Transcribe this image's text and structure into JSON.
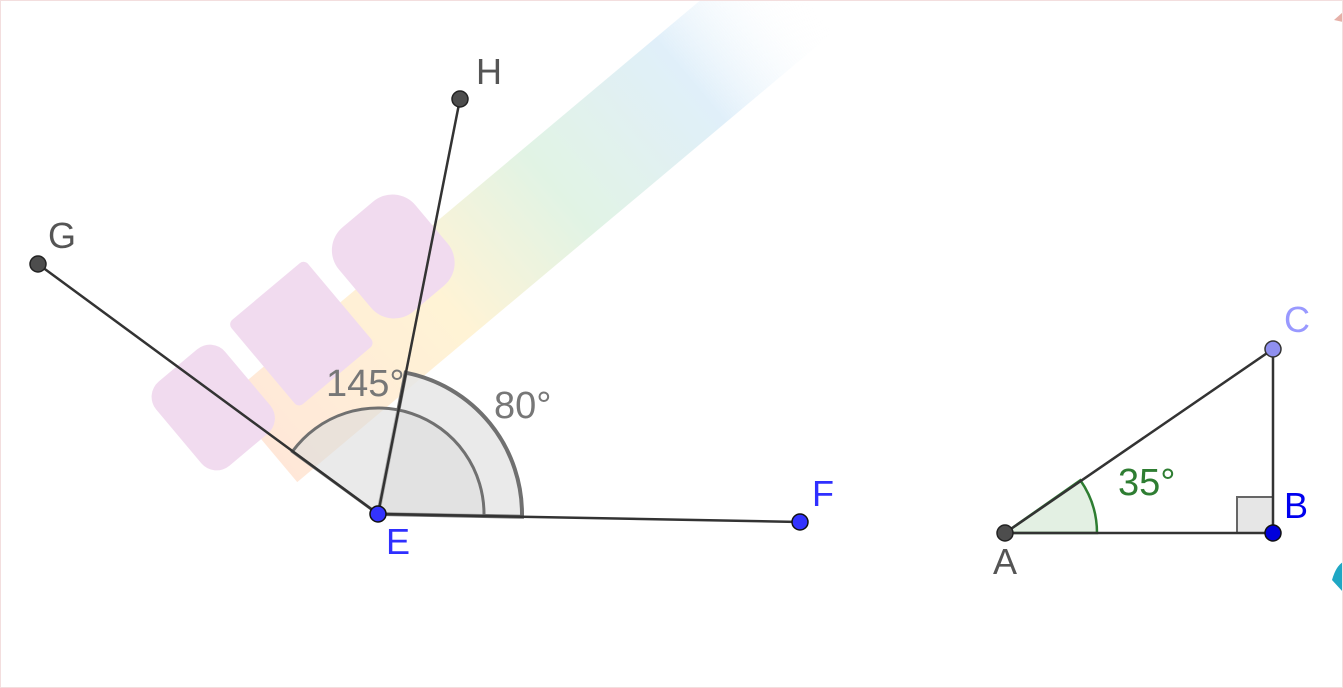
{
  "diagram": {
    "figure1": {
      "points": {
        "E": {
          "label": "E",
          "color": "#2f2fff"
        },
        "F": {
          "label": "F",
          "color": "#2f2fff"
        },
        "G": {
          "label": "G",
          "color": "#555555"
        },
        "H": {
          "label": "H",
          "color": "#555555"
        }
      },
      "angles": [
        {
          "id": "FEH",
          "label": "80°",
          "value_deg": 80
        },
        {
          "id": "FEG",
          "label": "145°",
          "value_deg": 145
        }
      ]
    },
    "figure2": {
      "points": {
        "A": {
          "label": "A",
          "color": "#555555"
        },
        "B": {
          "label": "B",
          "color": "#0000ee"
        },
        "C": {
          "label": "C",
          "color": "#9999ff"
        }
      },
      "angles": [
        {
          "id": "BAC",
          "label": "35°",
          "value_deg": 35,
          "color": "#2e7d32"
        },
        {
          "id": "ABC",
          "right_angle": true,
          "value_deg": 90
        }
      ]
    }
  }
}
